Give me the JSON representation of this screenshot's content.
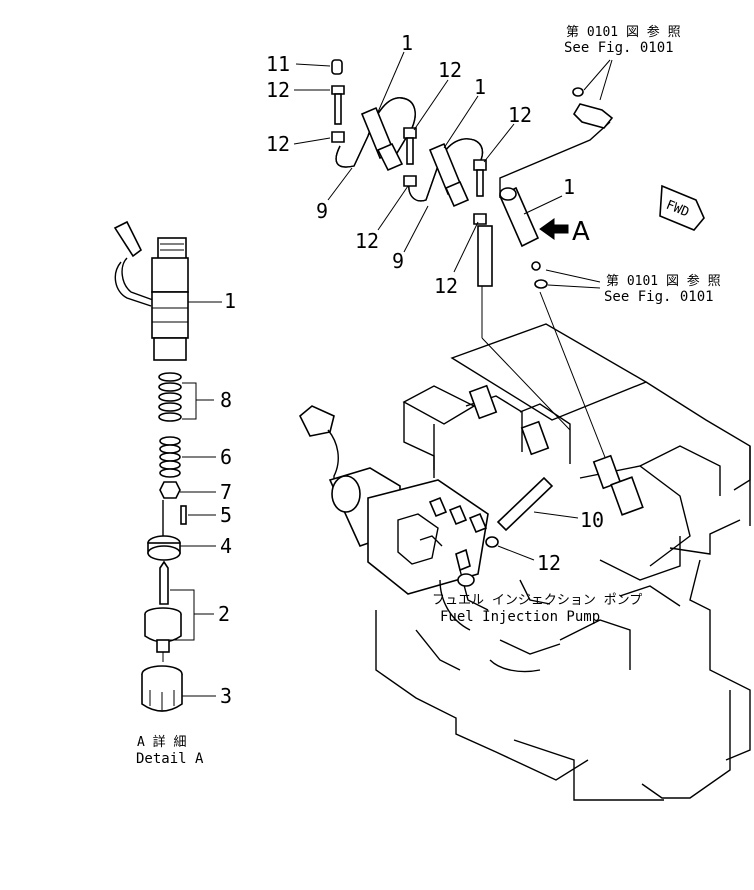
{
  "callouts": {
    "c11": "11",
    "c12_a": "12",
    "c12_b": "12",
    "c1_top": "1",
    "c12_top": "12",
    "c1_mid": "1",
    "c12_mid": "12",
    "c9_left": "9",
    "c12_lower": "12",
    "c9_lower": "9",
    "c12_bottom": "12",
    "c1_right": "1",
    "c1_detail": "1",
    "c8": "8",
    "c6": "6",
    "c7": "7",
    "c5": "5",
    "c4": "4",
    "c2": "2",
    "c3": "3",
    "c10": "10",
    "c12_pump": "12"
  },
  "refs": {
    "ref_top_jp": "第 0101 図 参 照",
    "ref_top_en": "See Fig. 0101",
    "ref_right_jp": "第 0101 図 参 照",
    "ref_right_en": "See Fig. 0101"
  },
  "labels": {
    "view_a": "A",
    "fwd": "FWD",
    "pump_jp": "フュエル インジェクション ポンプ",
    "pump_en": "Fuel Injection Pump",
    "detail_jp": "A 詳 細",
    "detail_en": "Detail A"
  }
}
